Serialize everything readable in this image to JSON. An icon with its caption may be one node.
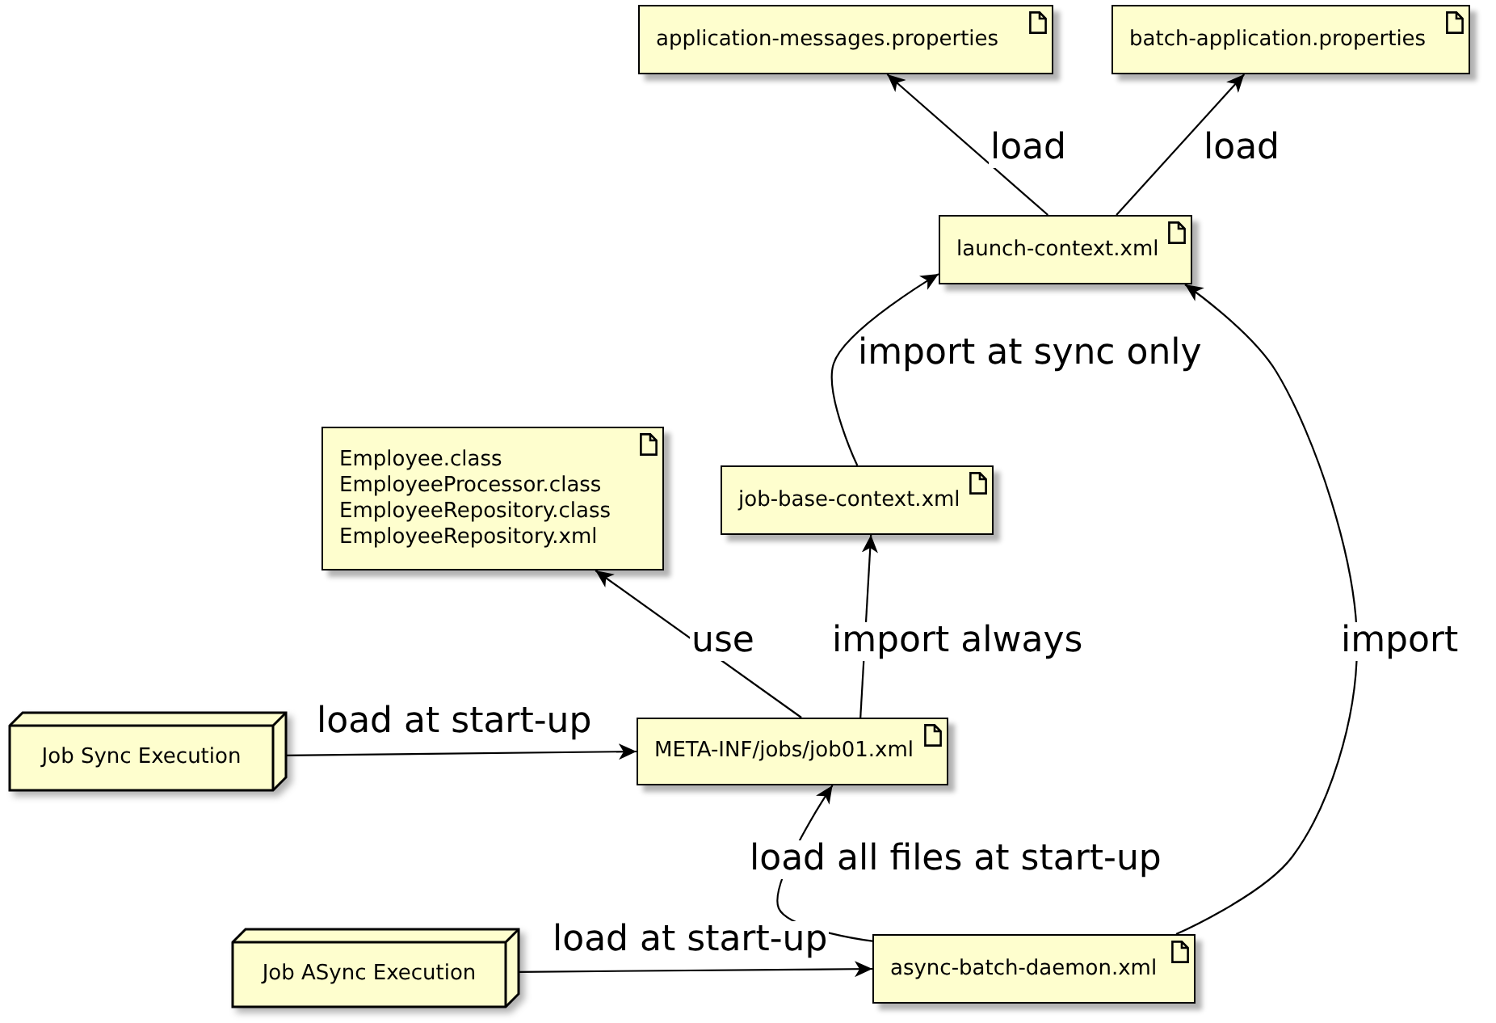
{
  "diagram": {
    "nodes": [
      {
        "text": [
          "application-messages.properties"
        ]
      },
      {
        "text": [
          "batch-application.properties"
        ]
      },
      {
        "text": [
          "launch-context.xml"
        ]
      },
      {
        "text": [
          "Employee.class",
          "EmployeeProcessor.class",
          "EmployeeRepository.class",
          "EmployeeRepository.xml"
        ]
      },
      {
        "text": [
          "job-base-context.xml"
        ]
      },
      {
        "text": [
          "Job Sync Execution"
        ]
      },
      {
        "text": [
          "META-INF/jobs/job01.xml"
        ]
      },
      {
        "text": [
          "Job ASync Execution"
        ]
      },
      {
        "text": [
          "async-batch-daemon.xml"
        ]
      }
    ],
    "edges": [
      {
        "from": 2,
        "to": 0,
        "arrow": "to",
        "label": "load"
      },
      {
        "from": 2,
        "to": 1,
        "arrow": "to",
        "label": "load"
      },
      {
        "from": 4,
        "to": 2,
        "arrow": "to",
        "label": "import at sync only"
      },
      {
        "from": 6,
        "to": 3,
        "arrow": "to",
        "label": "use"
      },
      {
        "from": 6,
        "to": 4,
        "arrow": "to",
        "label": "import always"
      },
      {
        "from": 5,
        "to": 6,
        "arrow": "to",
        "label": "load at start-up"
      },
      {
        "from": 8,
        "to": 6,
        "arrow": "to",
        "label": "load all files at start-up"
      },
      {
        "from": 7,
        "to": 8,
        "arrow": "to",
        "label": "load at start-up"
      },
      {
        "from": 8,
        "to": 2,
        "arrow": "to",
        "label": "import"
      }
    ]
  }
}
